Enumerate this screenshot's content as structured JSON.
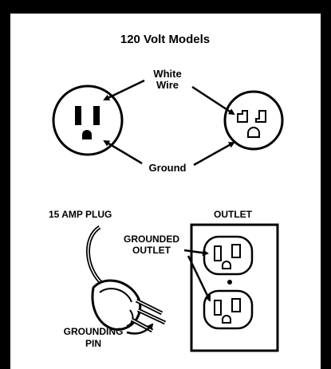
{
  "title": "120 Volt Models",
  "labels": {
    "white_wire_line1": "White",
    "white_wire_line2": "Wire",
    "ground": "Ground",
    "plug_title": "15 AMP PLUG",
    "outlet_title": "OUTLET",
    "grounded_outlet_line1": "GROUNDED",
    "grounded_outlet_line2": "OUTLET",
    "grounding_pin_line1": "GROUNDING",
    "grounding_pin_line2": "PIN"
  }
}
